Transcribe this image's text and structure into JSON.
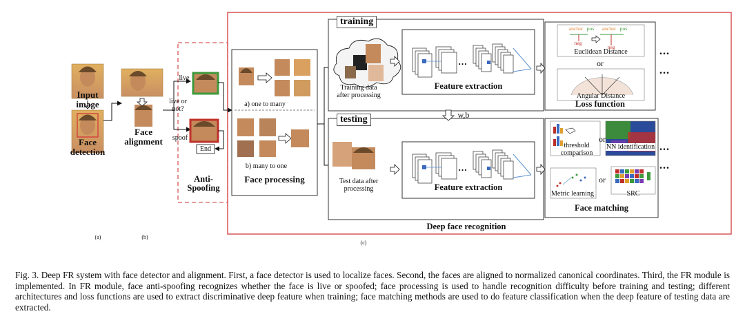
{
  "panel_letters": {
    "a": "(a)",
    "b": "(b)",
    "c": "(c)"
  },
  "stage_a": {
    "input_image": "Input image",
    "face_detection": "Face detection"
  },
  "stage_b": {
    "face_alignment": "Face alignment"
  },
  "anti_spoofing": {
    "title": "Anti-Spoofing",
    "question": "live or not?",
    "live": "live",
    "spoof": "spoof",
    "end": "End"
  },
  "face_processing": {
    "title": "Face processing",
    "one_to_many": "a) one to many",
    "many_to_one": "b) many to one"
  },
  "training": {
    "tag": "training",
    "data_label": "Training data after processing",
    "feature_extraction": "Feature extraction",
    "loss_function": "Loss function",
    "euclidean": "Euclidean Distance",
    "or": "or",
    "angular": "Angular Distance",
    "anchor": "anchor",
    "pos": "pos",
    "neg": "neg"
  },
  "wb_label": "w,b",
  "testing": {
    "tag": "testing",
    "data_label": "Test data after processing",
    "feature_extraction": "Feature extraction",
    "face_matching": "Face matching",
    "threshold": "threshold comparison",
    "nn": "NN identification",
    "metric": "Metric learning",
    "src": "SRC",
    "or": "or"
  },
  "deep_fr": "Deep face recognition",
  "ellipsis": "...",
  "caption": "Fig. 3.  Deep FR system with face detector and alignment. First, a face detector is used to localize faces. Second, the faces are aligned to normalized canonical coordinates. Third, the FR module is implemented. In FR module, face anti-spoofing recognizes whether the face is live or spoofed; face processing is used to handle recognition difficulty before training and testing; different architectures and loss functions are used to extract discriminative deep feature when training; face matching methods are used to do feature classification when the deep feature of testing data are extracted.",
  "colors": {
    "frame_red": "#d23a3a",
    "live_green": "#3c9a3c",
    "spoof_red": "#c0302a",
    "arrow_blue": "#5a8fd0"
  }
}
